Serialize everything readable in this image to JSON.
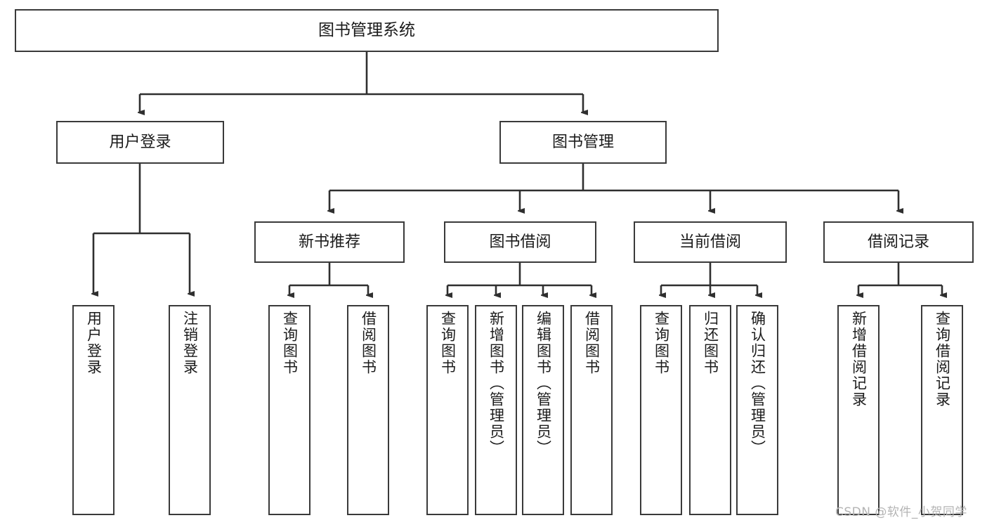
{
  "diagram": {
    "type": "tree-hierarchy-chart",
    "title": "图书管理系统",
    "root": {
      "label": "图书管理系统"
    },
    "level2": [
      {
        "label": "用户登录"
      },
      {
        "label": "图书管理"
      }
    ],
    "level3": [
      {
        "label": "新书推荐"
      },
      {
        "label": "图书借阅"
      },
      {
        "label": "当前借阅"
      },
      {
        "label": "借阅记录"
      }
    ],
    "leaves": {
      "user_login": [
        {
          "label": "用户登录"
        },
        {
          "label": "注销登录"
        }
      ],
      "new_book_recommend": [
        {
          "label": "查询图书"
        },
        {
          "label": "借阅图书"
        }
      ],
      "book_borrow": [
        {
          "label": "查询图书"
        },
        {
          "label": "新增图书（管理员）"
        },
        {
          "label": "编辑图书（管理员）"
        },
        {
          "label": "借阅图书"
        }
      ],
      "current_borrow": [
        {
          "label": "查询图书"
        },
        {
          "label": "归还图书"
        },
        {
          "label": "确认归还（管理员）"
        }
      ],
      "borrow_record": [
        {
          "label": "新增借阅记录"
        },
        {
          "label": "查询借阅记录"
        }
      ]
    }
  },
  "watermark": {
    "text": "CSDN @软件_小贺同学"
  },
  "colors": {
    "box_border": "#3a3a3a",
    "box_fill": "#ffffff",
    "connector": "#2f2f2f",
    "text": "#1b1b1b",
    "watermark": "#b4b4b4"
  }
}
